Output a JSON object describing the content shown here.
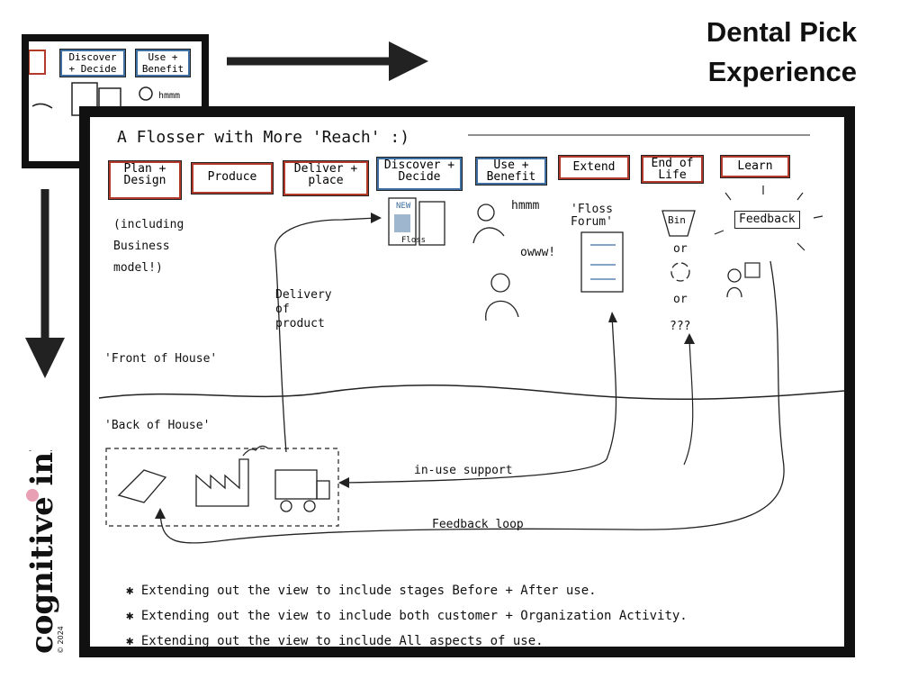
{
  "title_line1": "Dental Pick",
  "title_line2": "Experience",
  "sketch": {
    "heading": "A Flosser with More 'Reach' :)",
    "stages": [
      "Plan + Design",
      "Produce",
      "Deliver + place",
      "Discover + Decide",
      "Use + Benefit",
      "Extend",
      "End of Life",
      "Learn"
    ],
    "thumb_stages": [
      "Discover + Decide",
      "Use + Benefit"
    ],
    "including_note": "(including Business model!)",
    "delivery_label": "Delivery of product",
    "front_of_house": "'Front of House'",
    "back_of_house": "'Back of House'",
    "hmmm": "hmmm",
    "oww": "owww!",
    "floss_forum": "'Floss Forum'",
    "bin": "Bin",
    "or1": "or",
    "or2": "or",
    "question": "???",
    "feedback": "Feedback",
    "new_tag": "NEW",
    "floss_label": "Floss",
    "in_use_support": "in-use support",
    "feedback_loop": "Feedback loop",
    "bullets": [
      "Extending out the view to include stages Before + After use.",
      "Extending out the view to include both customer + Organization Activity.",
      "Extending out the view to include All aspects of use."
    ]
  },
  "brand": {
    "name": "cognitive ink",
    "year": "© 2024"
  },
  "colors": {
    "red": "#b33a2a",
    "blue": "#3f6ea0",
    "pink": "#e8a0b4"
  }
}
